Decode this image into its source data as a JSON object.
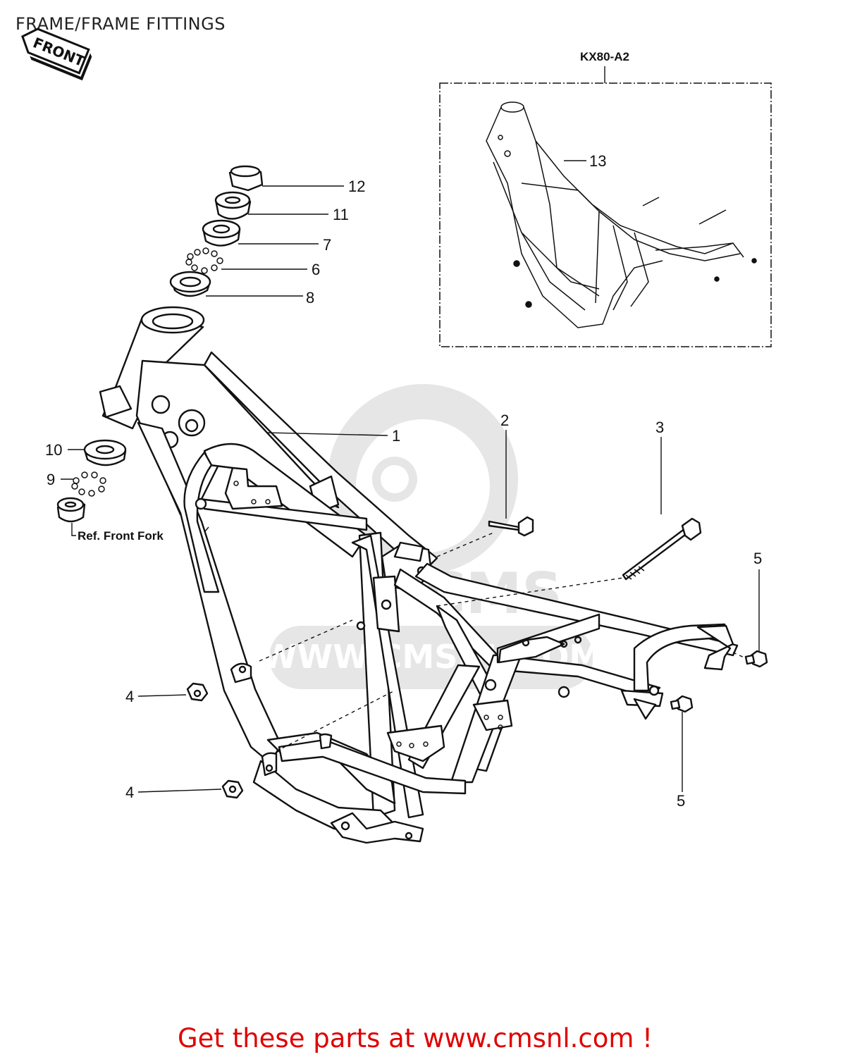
{
  "title": "FRAME/FRAME FITTINGS",
  "front_arrow": "FRONT",
  "variant_label": "KX80-A2",
  "reference_note": "Ref. Front Fork",
  "watermark": {
    "brand": "CMS",
    "url": "WWW.CMSNL.COM"
  },
  "callouts": [
    {
      "id": "c1",
      "label": "1"
    },
    {
      "id": "c2",
      "label": "2"
    },
    {
      "id": "c3",
      "label": "3"
    },
    {
      "id": "c4a",
      "label": "4"
    },
    {
      "id": "c4b",
      "label": "4"
    },
    {
      "id": "c5a",
      "label": "5"
    },
    {
      "id": "c5b",
      "label": "5"
    },
    {
      "id": "c6",
      "label": "6"
    },
    {
      "id": "c7",
      "label": "7"
    },
    {
      "id": "c8",
      "label": "8"
    },
    {
      "id": "c9",
      "label": "9"
    },
    {
      "id": "c10",
      "label": "10"
    },
    {
      "id": "c11",
      "label": "11"
    },
    {
      "id": "c12",
      "label": "12"
    },
    {
      "id": "c13",
      "label": "13"
    }
  ],
  "footer": "Get these parts at www.cmsnl.com !"
}
